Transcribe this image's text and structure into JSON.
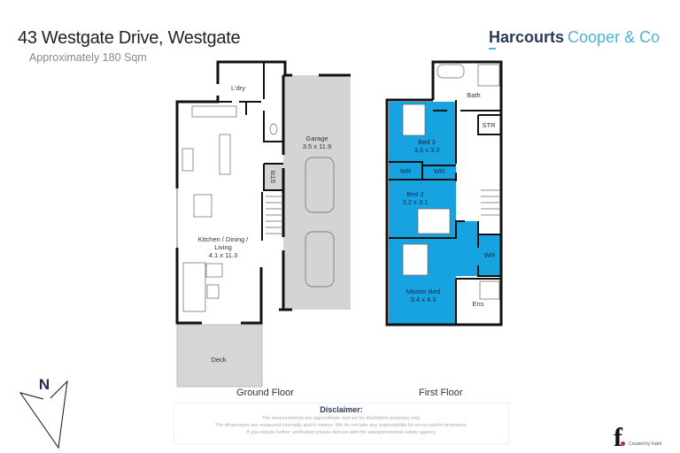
{
  "header": {
    "title": "43 Westgate Drive, Westgate",
    "subtitle": "Approximately 180 Sqm"
  },
  "brand": {
    "primary": "Harcourts",
    "secondary": "Cooper & Co",
    "primary_color": "#2b3a55",
    "secondary_color": "#4fb3cf"
  },
  "ground_floor": {
    "label": "Ground Floor",
    "rooms": {
      "laundry": "L'dry",
      "garage": "Garage",
      "garage_size": "3.5 x 11.9",
      "kitchen_1": "Kitchen / Dining /",
      "kitchen_2": "Living",
      "kitchen_size": "4.1 x 11.3",
      "storage": "STR",
      "deck": "Deck"
    }
  },
  "first_floor": {
    "label": "First Floor",
    "highlight_color": "#17a3e0",
    "rooms": {
      "bath": "Bath",
      "storage": "STR",
      "bed3": "Bed 3",
      "bed3_size": "3.3 x 3.3",
      "wr1": "WR",
      "wr2": "WR",
      "bed2": "Bed 2",
      "bed2_size": "3.2 x 3.1",
      "wr3": "WR",
      "master": "Master Bed",
      "master_size": "3.4 x 4.3",
      "ensuite": "Ens"
    }
  },
  "compass": {
    "label": "N",
    "icon": "north-arrow-icon"
  },
  "disclaimer": {
    "title": "Disclaimer:",
    "line1": "The measurements are approximate and are for illustration purposes only.",
    "line2": "The dimensions are measured internally and in metres. We do not take any responsibility for errors and/or omissions.",
    "line3": "If you require further verification please discuss with the salesperson/real estate agency."
  },
  "credit": {
    "logo": "f",
    "text": "Created by Fabit"
  }
}
